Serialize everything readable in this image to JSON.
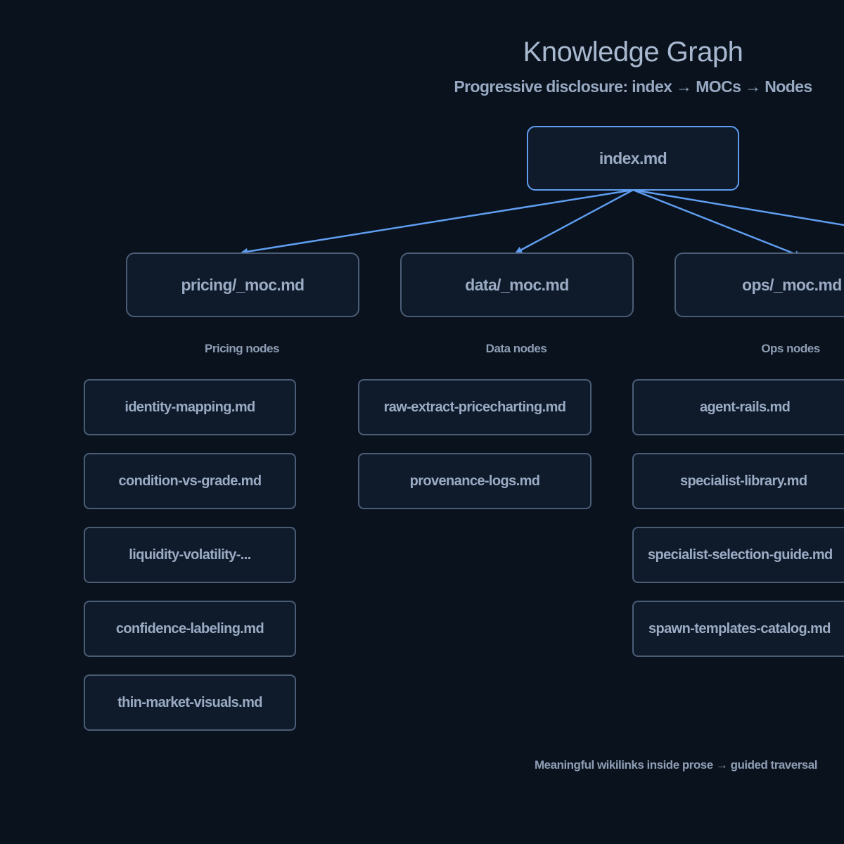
{
  "title": "Knowledge Graph",
  "subtitle": "Progressive disclosure: index → MOCs → Nodes",
  "colors": {
    "background": "#0a121e",
    "node_fill": "#0f1a2b",
    "node_border": "#4b5d75",
    "accent": "#5f9ef0",
    "text": "#9aabc3"
  },
  "root": {
    "label": "index.md"
  },
  "mocs": [
    {
      "label": "pricing/_moc.md"
    },
    {
      "label": "data/_moc.md"
    },
    {
      "label": "ops/_moc.md"
    }
  ],
  "groups": [
    {
      "label": "Pricing nodes",
      "nodes": [
        "identity-mapping.md",
        "condition-vs-grade.md",
        "liquidity-volatility-...",
        "confidence-labeling.md",
        "thin-market-visuals.md"
      ]
    },
    {
      "label": "Data nodes",
      "nodes": [
        "raw-extract-pricecharting.md",
        "provenance-logs.md"
      ]
    },
    {
      "label": "Ops nodes",
      "nodes": [
        "agent-rails.md",
        "specialist-library.md",
        "specialist-selection-guide.md",
        "spawn-templates-catalog.md"
      ]
    }
  ],
  "footer": "Meaningful wikilinks inside prose → guided traversal"
}
